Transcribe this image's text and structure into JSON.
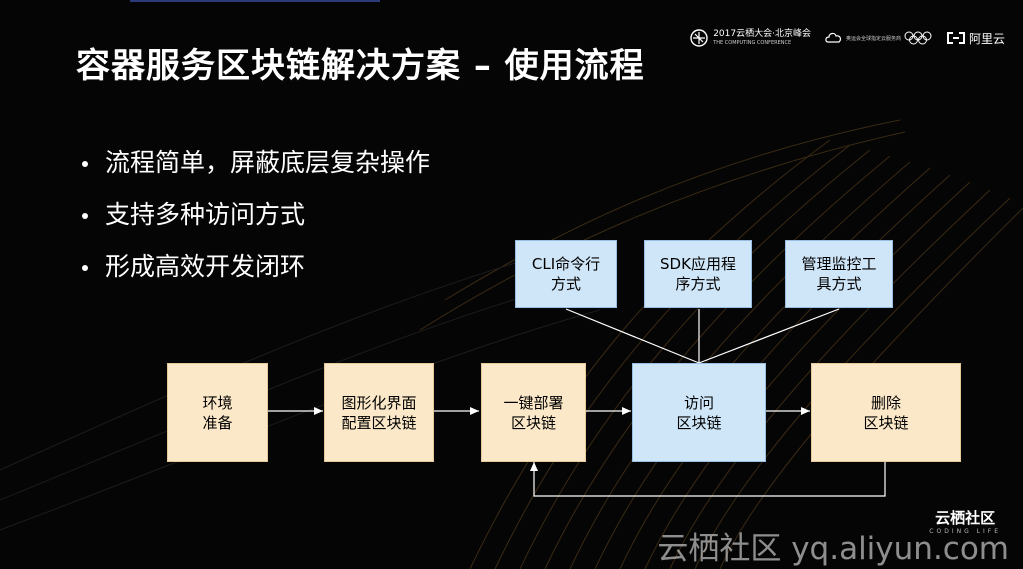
{
  "slide": {
    "title": "容器服务区块链解决方案 – 使用流程",
    "bullets": [
      "流程简单，屏蔽底层复杂操作",
      "支持多种访问方式",
      "形成高效开发闭环"
    ]
  },
  "header_logos": {
    "conference": {
      "main": "2017云栖大会·北京峰会",
      "sub": "THE COMPUTING CONFERENCE"
    },
    "olympic_caption": "奥运会全球指定云服务商",
    "aliyun": "阿里云"
  },
  "access_methods": [
    {
      "line1": "CLI命令行",
      "line2": "方式"
    },
    {
      "line1": "SDK应用程",
      "line2": "序方式"
    },
    {
      "line1": "管理监控工",
      "line2": "具方式"
    }
  ],
  "flow_steps": [
    {
      "line1": "环境",
      "line2": "准备"
    },
    {
      "line1": "图形化界面",
      "line2": "配置区块链"
    },
    {
      "line1": "一键部署",
      "line2": "区块链"
    },
    {
      "line1": "访问",
      "line2": "区块链"
    },
    {
      "line1": "删除",
      "line2": "区块链"
    }
  ],
  "footer": {
    "community_logo": "云栖社区",
    "community_tagline": "CODING LIFE",
    "watermark": "云栖社区 yq.aliyun.com"
  },
  "colors": {
    "background": "#050505",
    "step_fill": "#fbe8c8",
    "access_fill": "#cfe6f8",
    "connector": "#ffffff"
  }
}
